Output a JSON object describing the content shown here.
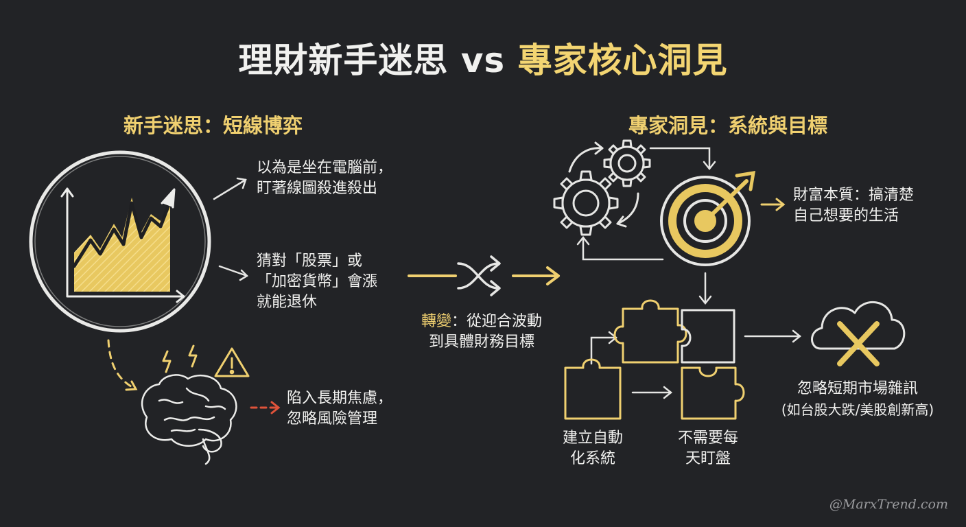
{
  "title": {
    "part1": "理財新手迷思",
    "vs": "vs",
    "part2": "專家核心洞見"
  },
  "left": {
    "heading": "新手迷思：短線博弈",
    "note1": [
      "以為是坐在電腦前，",
      "盯著線圖殺進殺出"
    ],
    "note2": [
      "猜對「股票」或",
      "「加密貨幣」會漲",
      "就能退休"
    ],
    "note3": [
      "陷入長期焦慮，",
      "忽略風險管理"
    ]
  },
  "middle": {
    "label_accent": "轉變",
    "label_line1_rest": "：從迎合波動",
    "label_line2": "到具體財務目標"
  },
  "right": {
    "heading": "專家洞見：系統與目標",
    "target_note": [
      "財富本質：搞清楚",
      "自己想要的生活"
    ],
    "auto_note": [
      "建立自動",
      "化系統"
    ],
    "watch_note": [
      "不需要每",
      "天盯盤"
    ],
    "noise_note": [
      "忽略短期市場雜訊",
      "(如台股大跌/美股創新高)"
    ]
  },
  "watermark": "@MarxTrend.com",
  "colors": {
    "background": "#222326",
    "chalk_white": "#f1f1ef",
    "chalk_yellow": "#f0d070",
    "warning_red": "#e0533a"
  },
  "icons": [
    "rising-chart-icon",
    "brain-icon",
    "lightning-icon",
    "warning-icon",
    "shuffle-icon",
    "gear-icon",
    "target-icon",
    "puzzle-icon",
    "cloud-cross-icon"
  ]
}
